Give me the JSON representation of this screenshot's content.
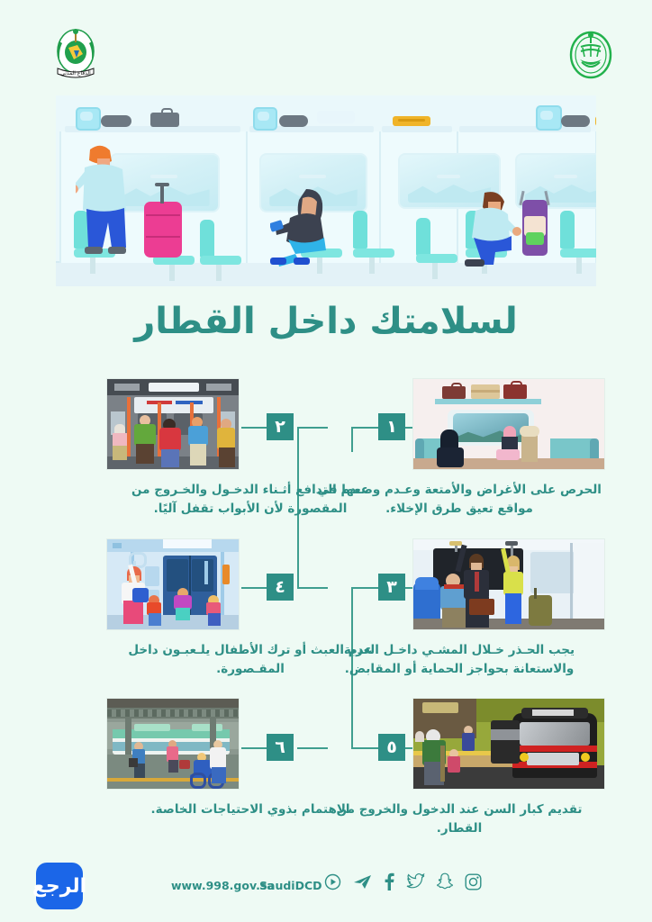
{
  "header": {
    "logo_left_name": "civil-defense-emblem",
    "logo_right_name": "saudi-national-emblem"
  },
  "title": "لسلامتك داخل القطار",
  "tips": [
    {
      "number": "١",
      "side": "right",
      "text": "الحرص على الأغراض والأمتعة وعـدم وضعها في مواقع تعيق طرق الإخلاء.",
      "image_name": "overhead-luggage-rack-photo"
    },
    {
      "number": "٢",
      "side": "left",
      "text": "عـدم التدافع أثـناء الدخـول والخـروج من المقصورة لأن الأبواب تقفل آليًا.",
      "image_name": "crowded-metro-interior-photo"
    },
    {
      "number": "٣",
      "side": "right",
      "text": "يجب الحـذر خـلال المشـي داخـل العربة والاستعانة بحواجز الحماية أو المقابض.",
      "image_name": "passengers-holding-handrails-photo"
    },
    {
      "number": "٤",
      "side": "left",
      "text": "عدم العبث أو ترك الأطفال يلـعبـون داخل المقـصورة.",
      "image_name": "children-playing-near-doors-photo"
    },
    {
      "number": "٥",
      "side": "right",
      "text": "تقديم كبار السن عند الدخول والخروج من القطار.",
      "image_name": "elderly-man-on-platform-photo"
    },
    {
      "number": "٦",
      "side": "left",
      "text": "الاهتمام بذوي الاحتياجات الخاصة.",
      "image_name": "wheelchair-passenger-platform-photo"
    }
  ],
  "footer": {
    "logo_text": "الرجع",
    "url": "www.998.gov.sa",
    "handle": "SaudiDCD",
    "socials": [
      {
        "name": "youtube-icon"
      },
      {
        "name": "telegram-icon"
      },
      {
        "name": "facebook-icon"
      },
      {
        "name": "twitter-icon"
      },
      {
        "name": "snapchat-icon"
      },
      {
        "name": "instagram-icon"
      }
    ]
  },
  "colors": {
    "background": "#eefaf4",
    "teal": "#2e8f86",
    "connector": "#3f9e8f",
    "footer_logo_blue": "#1b66e8"
  }
}
